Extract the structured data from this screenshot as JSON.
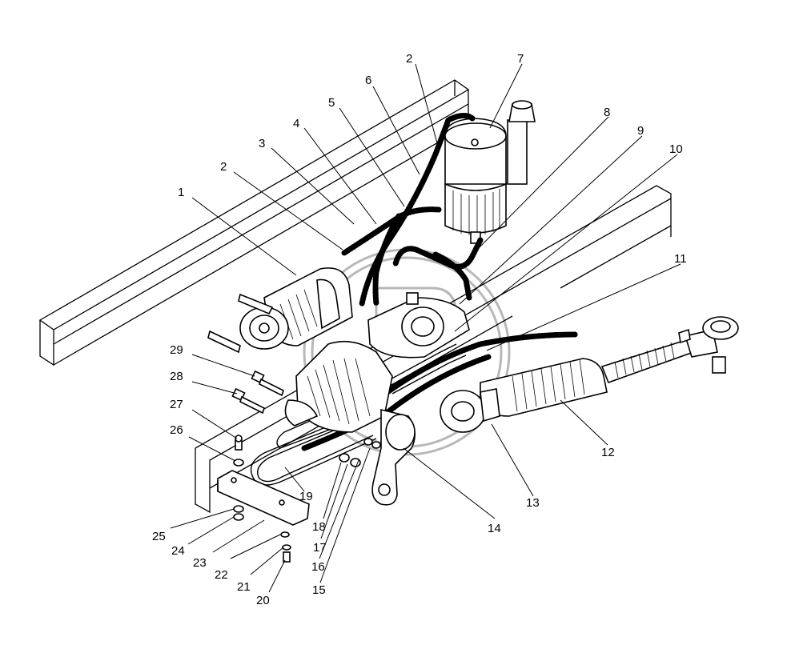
{
  "callouts": [
    "1",
    "2",
    "3",
    "4",
    "5",
    "6",
    "2",
    "7",
    "8",
    "9",
    "10",
    "11",
    "12",
    "13",
    "14",
    "15",
    "16",
    "17",
    "18",
    "19",
    "20",
    "21",
    "22",
    "23",
    "24",
    "25",
    "26",
    "27",
    "28",
    "29"
  ]
}
